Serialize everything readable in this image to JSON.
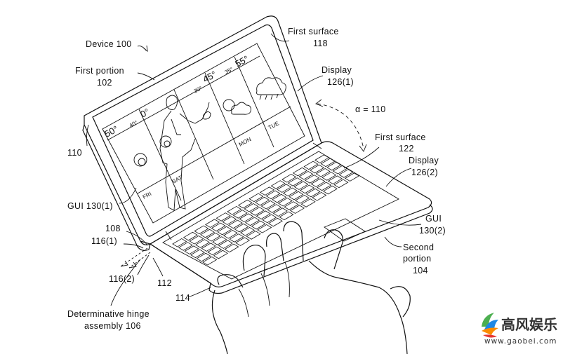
{
  "labels": {
    "device": "Device 100",
    "first_portion": "First portion",
    "first_portion_num": "102",
    "first_surface_top": "First surface",
    "first_surface_top_num": "118",
    "display_top": "Display",
    "display_top_num": "126(1)",
    "alpha": "α = 110",
    "first_surface_right": "First surface",
    "first_surface_right_num": "122",
    "display_right": "Display",
    "display_right_num": "126(2)",
    "gui_right": "GUI",
    "gui_right_num": "130(2)",
    "second_portion": "Second",
    "second_portion_2": "portion",
    "second_portion_num": "104",
    "ref_110": "110",
    "gui_left": "GUI 130(1)",
    "ref_108": "108",
    "ref_116_1": "116(1)",
    "ref_116_2": "116(2)",
    "ref_112": "112",
    "ref_114": "114",
    "hinge_1": "Determinative hinge",
    "hinge_2": "assembly 106"
  },
  "weather": {
    "t_50": "50°",
    "t_40": "40°",
    "t_0": "0°",
    "t_30": "30°",
    "t_45": "45°",
    "t_35": "35°",
    "t_55": "55°",
    "fri": "FRI",
    "sat": "SAT",
    "mon": "MON",
    "tue": "TUE"
  },
  "watermark": {
    "name": "高风娱乐",
    "url": "www.gaobei.com"
  },
  "colors": {
    "ink": "#111111",
    "watermark_green": "#4caf50",
    "watermark_blue": "#1e88e5",
    "watermark_orange": "#fb8c00",
    "watermark_red": "#e53935"
  }
}
